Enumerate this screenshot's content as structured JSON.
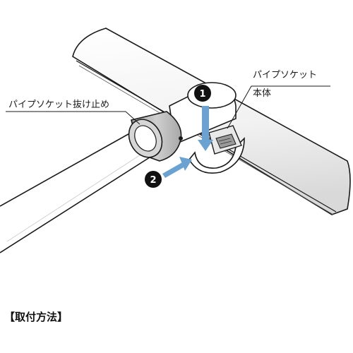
{
  "labels": {
    "socket_body_line1": "パイプソケット",
    "socket_body_line2": "本体",
    "stopper": "パイプソケット抜け止め"
  },
  "steps": [
    {
      "number": "1"
    },
    {
      "number": "2"
    }
  ],
  "caption": "【取付方法】",
  "colors": {
    "arrow": "#6aa3d2",
    "badge": "#111111",
    "stopper_ring": "#b8b8b8",
    "outline": "#1a1a1a"
  }
}
